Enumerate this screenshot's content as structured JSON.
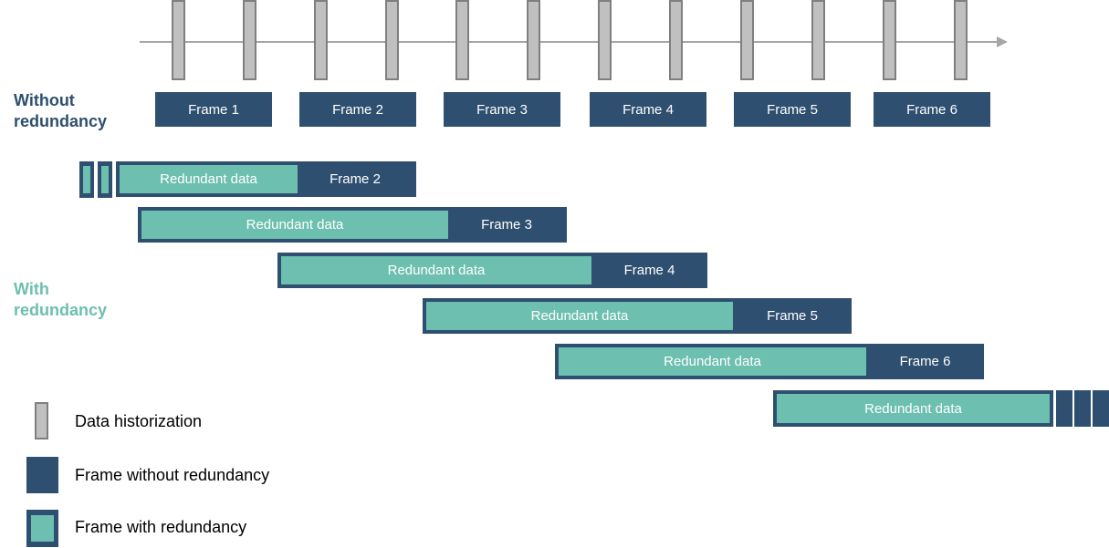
{
  "labels": {
    "without": "Without\nredundancy",
    "with": "With\nredundancy"
  },
  "frames": [
    "Frame 1",
    "Frame 2",
    "Frame 3",
    "Frame 4",
    "Frame 5",
    "Frame 6"
  ],
  "redundant_rows": [
    {
      "data_label": "Redundant data",
      "frame_label": "Frame 2"
    },
    {
      "data_label": "Redundant data",
      "frame_label": "Frame 3"
    },
    {
      "data_label": "Redundant data",
      "frame_label": "Frame 4"
    },
    {
      "data_label": "Redundant data",
      "frame_label": "Frame 5"
    },
    {
      "data_label": "Redundant data",
      "frame_label": "Frame 6"
    },
    {
      "data_label": "Redundant data"
    }
  ],
  "legend": {
    "historization": "Data historization",
    "without": "Frame without redundancy",
    "with": "Frame with redundancy"
  },
  "colors": {
    "frame": "#2e4f6f",
    "redundant": "#6dbfb0",
    "tick": "#c0c0c0",
    "without_label": "#2e4f6f",
    "with_label": "#6dbfb0"
  }
}
